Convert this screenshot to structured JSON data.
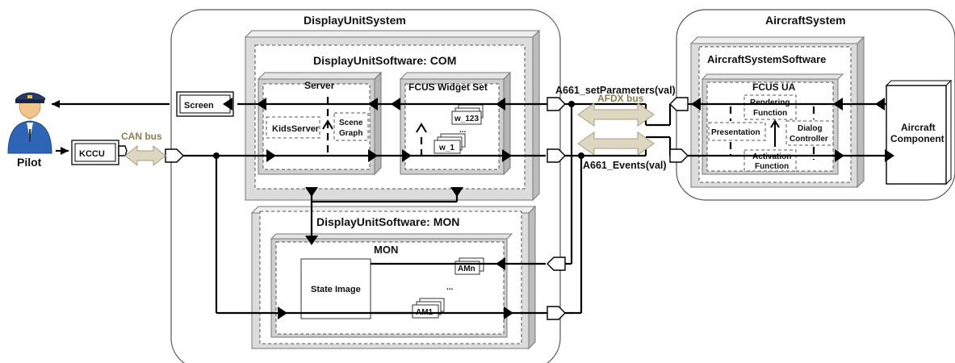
{
  "labels": {
    "display_unit_system": "DisplayUnitSystem",
    "aircraft_system": "AircraftSystem",
    "dus_com": "DisplayUnitSoftware: COM",
    "dus_mon": "DisplayUnitSoftware: MON",
    "aircraft_system_software": "AircraftSystemSoftware",
    "server": "Server",
    "kids_server": "KidsServer",
    "scene_graph_1": "Scene",
    "scene_graph_2": "Graph",
    "fcus_widget_set": "FCUS Widget Set",
    "w_123": "w_123",
    "w_dots": "...",
    "w_1": "w_1",
    "screen": "Screen",
    "kccu": "KCCU",
    "can_bus": "CAN bus",
    "pilot": "Pilot",
    "a661_set_parameters": "A661_setParameters(val)",
    "a661_events": "A661_Events(val)",
    "afdx_bus": "AFDX bus",
    "fcus_ua": "FCUS UA",
    "rendering_function_1": "Rendering",
    "rendering_function_2": "Function",
    "presentation": "Presentation",
    "dialog_controller_1": "Dialog",
    "dialog_controller_2": "Controller",
    "activation_function_1": "Activation",
    "activation_function_2": "Function",
    "aircraft_component_1": "Aircraft",
    "aircraft_component_2": "Component",
    "mon": "MON",
    "state_image": "State Image",
    "amn": "AMn",
    "am_dots": "...",
    "am1": "AM1"
  },
  "colors": {
    "bus_label": "#8a7d55",
    "bus_arrow_fill": "#ddd7c2",
    "system_border": "#555555",
    "software_fill": "#dcdcdc",
    "pilot_uniform": "#2e66b5",
    "pilot_skin": "#f2c58f"
  },
  "icons": {
    "pilot": "pilot-avatar-icon"
  }
}
